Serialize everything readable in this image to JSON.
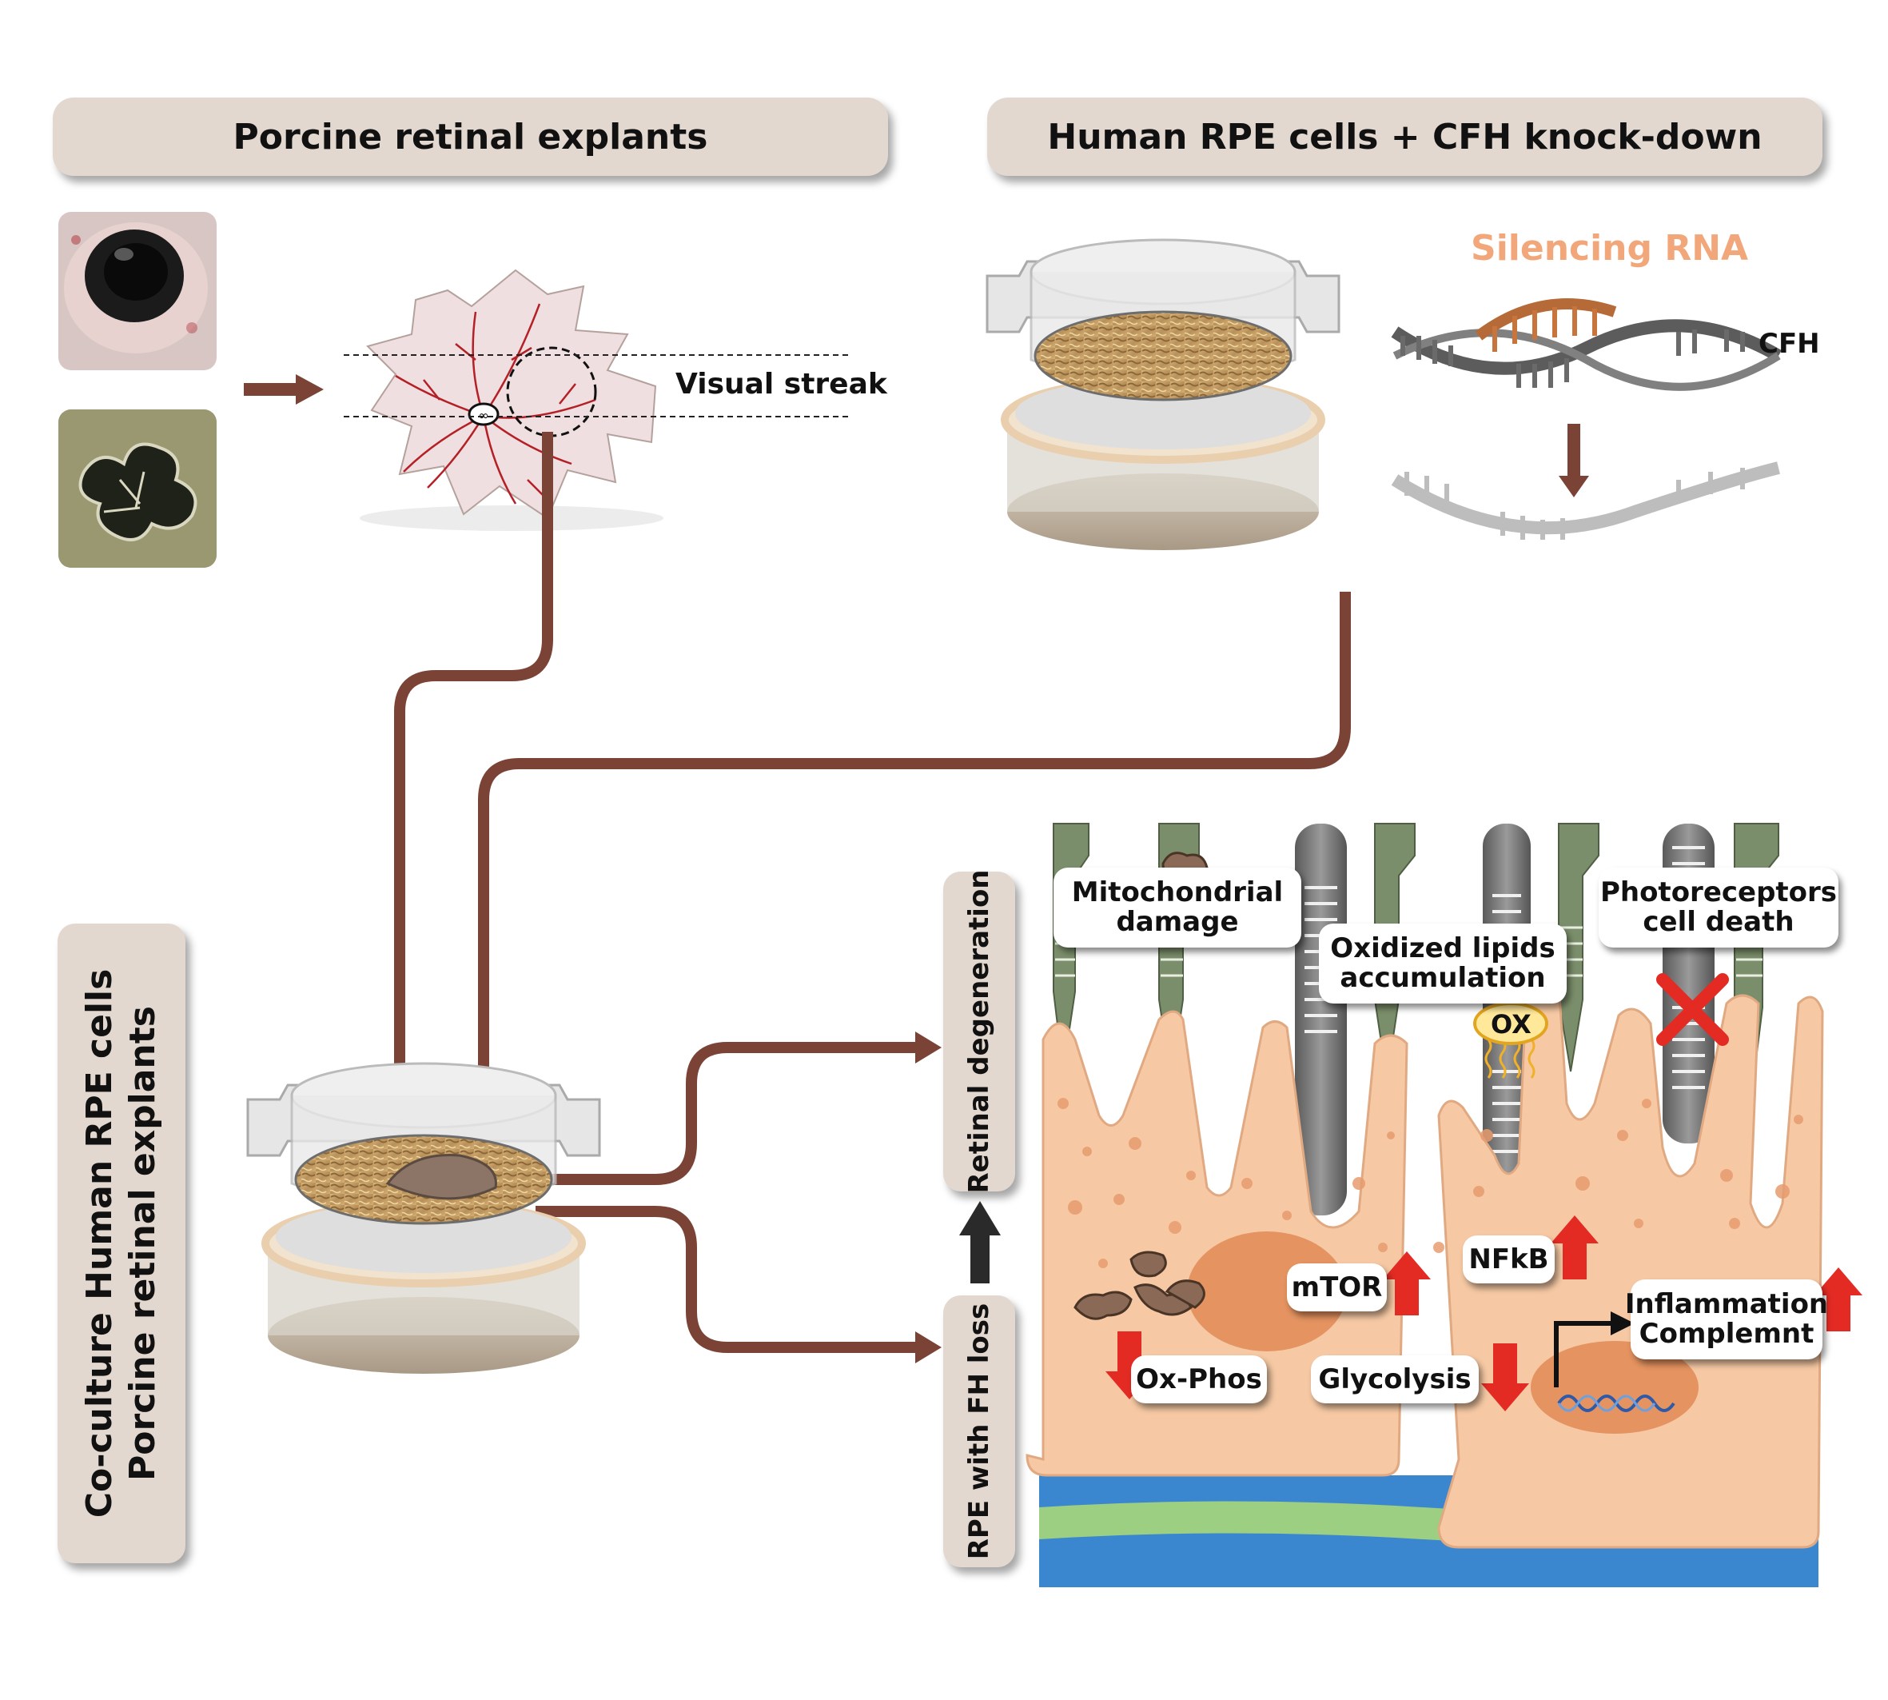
{
  "headers": {
    "left": "Porcine retinal explants",
    "right": "Human RPE cells  + CFH knock-down",
    "coculture_line1": "Co-culture Human RPE cells",
    "coculture_line2": "Porcine retinal explants"
  },
  "labels": {
    "visual_streak": "Visual streak",
    "silencing_rna": "Silencing RNA",
    "cfh": "CFH",
    "retinal_degeneration": "Retinal degeneration",
    "rpe_fh_loss": "RPE with FH loss"
  },
  "callouts": {
    "mito_line1": "Mitochondrial",
    "mito_line2": "damage",
    "ox_line1": "Oxidized lipids",
    "ox_line2": "accumulation",
    "photo_line1": "Photoreceptors",
    "photo_line2": "cell death",
    "mtor": "mTOR",
    "nfkb": "NFkB",
    "infl_line1": "Inflammation",
    "infl_line2": "Complemnt",
    "oxphos": "Ox-Phos",
    "glycolysis": "Glycolysis",
    "ox_badge": "OX"
  },
  "colors": {
    "pill": "#e3d8cf",
    "arrow_brown": "#7b4336",
    "cell_peach": "#f6c9a4",
    "up_down_red": "#e32b24",
    "silencing_orange": "#f2a77a"
  }
}
